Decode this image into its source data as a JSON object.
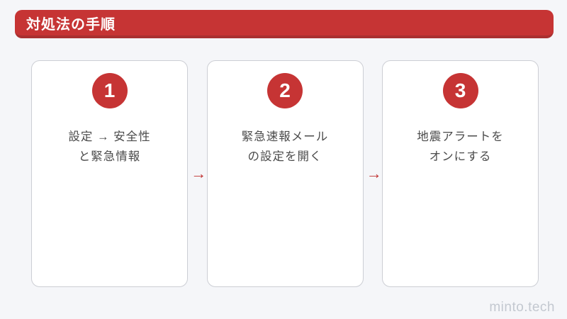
{
  "header": {
    "title": "対処法の手順",
    "background_color": "#c63434",
    "border_bottom_color": "#a93030",
    "text_color": "#ffffff"
  },
  "steps": [
    {
      "number": "1",
      "lines": [
        "設定 → 安全性",
        "と緊急情報"
      ]
    },
    {
      "number": "2",
      "lines": [
        "緊急速報メール",
        "の設定を開く"
      ]
    },
    {
      "number": "3",
      "lines": [
        "地震アラートを",
        "オンにする"
      ]
    }
  ],
  "arrow": {
    "glyph": "→",
    "color": "#c03030"
  },
  "colors": {
    "page_background": "#f5f6f9",
    "card_background": "#ffffff",
    "card_border": "#ccced4",
    "accent_red": "#c63434",
    "body_text": "#4b4b4b",
    "watermark_text": "#c3c8d0"
  },
  "watermark": "minto.tech"
}
